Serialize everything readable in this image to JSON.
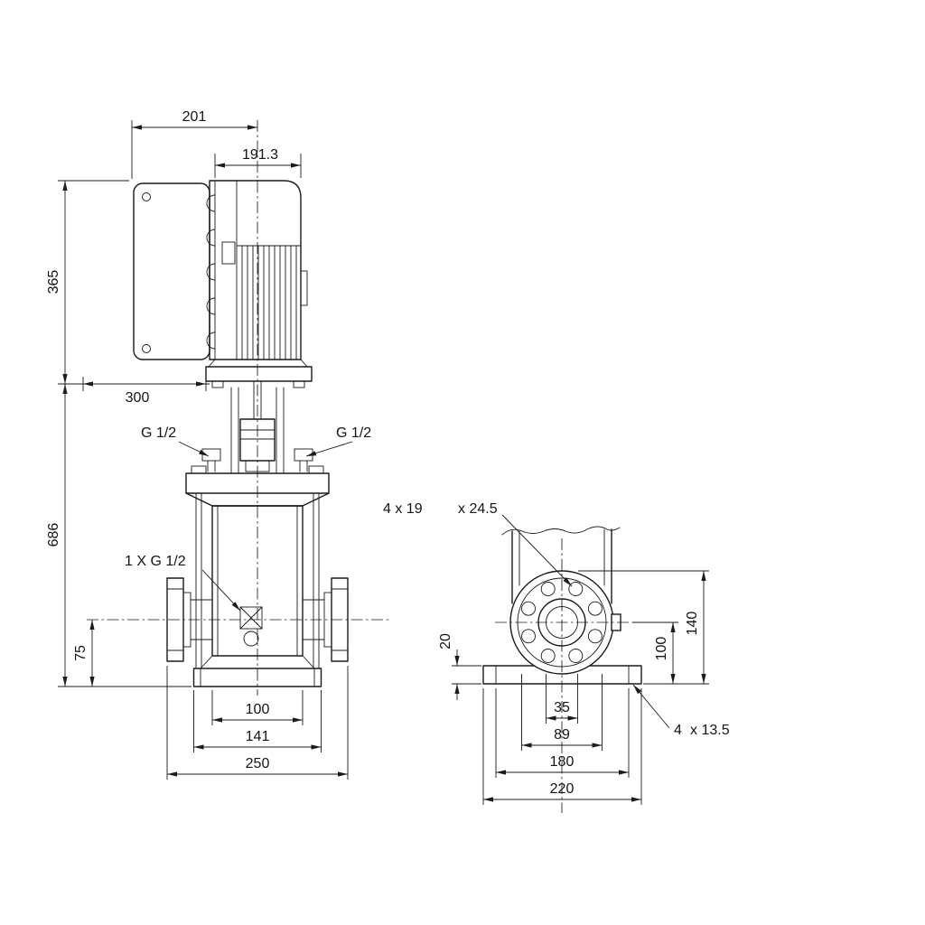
{
  "colors": {
    "line": "#1b1b1b",
    "background": "#ffffff"
  },
  "left_view": {
    "dim_top_width": "201",
    "dim_motor_width": "191.3",
    "dim_motor_height": "365",
    "dim_clearance": "300",
    "dim_pump_height": "686",
    "dim_port_height": "75",
    "dim_chamber_od": "100",
    "dim_base_plate": "141",
    "dim_port_span": "250",
    "port_left": "G 1/2",
    "port_right": "G 1/2",
    "drain_note": "1 X G 1/2"
  },
  "right_view": {
    "flange_note_a": "4 x 19",
    "flange_note_b": "x 24.5",
    "dim_center_height": "100",
    "dim_flange_height": "140",
    "dim_base_thickness": "20",
    "dim_bore": "35",
    "dim_bolt_span": "89",
    "dim_hole_span": "180",
    "dim_base_width": "220",
    "base_note_a": "4",
    "base_note_b": "x 13.5"
  }
}
